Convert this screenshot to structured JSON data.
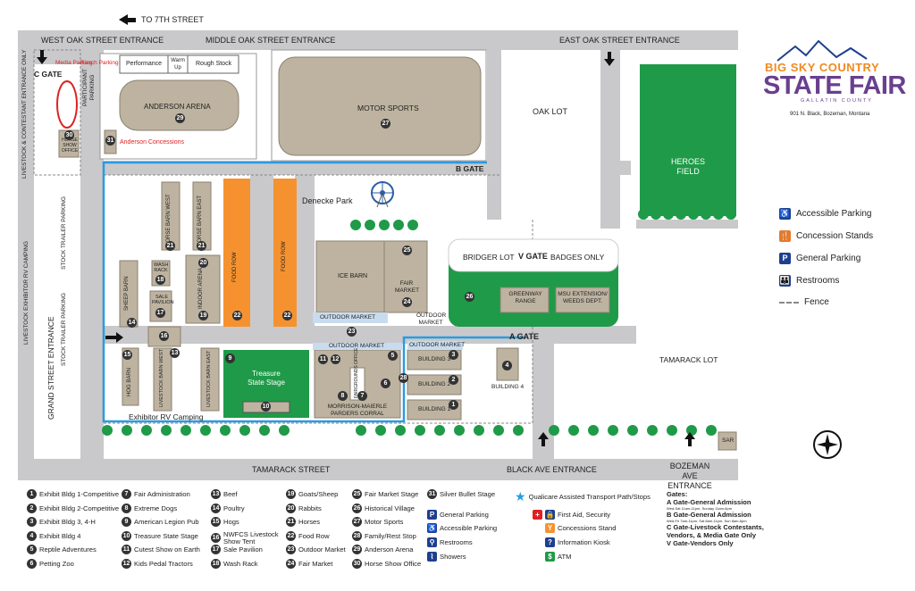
{
  "brand": {
    "line1": "BIG SKY COUNTRY",
    "line2": "STATE FAIR",
    "county": "GALLATIN COUNTY",
    "address": "901 N. Black, Bozeman, Montana"
  },
  "top": {
    "to7th": "TO 7TH STREET"
  },
  "roads": {
    "west_oak": "WEST OAK STREET ENTRANCE",
    "middle_oak": "MIDDLE OAK STREET ENTRANCE",
    "east_oak": "EAST OAK STREET ENTRANCE",
    "tamarack": "TAMARACK STREET",
    "black": "BLACK AVE ENTRANCE",
    "bozeman": "BOZEMAN AVE ENTRANCE",
    "grand": "GRAND STREET ENTRANCE",
    "livestock_entrance": "LIVESTOCK & CONTESTANT ENTRANCE ONLY",
    "rv_camping": "LIVESTOCK EXHIBITOR RV CAMPING",
    "stock_trailer1": "STOCK TRAILER PARKING",
    "stock_trailer2": "STOCK TRAILER PARKING"
  },
  "map": {
    "c_gate": "C GATE",
    "b_gate": "B GATE",
    "a_gate": "A GATE",
    "v_gate": "V GATE",
    "v_gate_suffix": "BADGES ONLY",
    "bridger": "BRIDGER LOT",
    "media": "Media Parking",
    "ranch": "Ranch Parking",
    "participant": "PARTICIPANT PARKING",
    "performance": "Performance",
    "warmup": "Warm Up",
    "rough": "Rough Stock",
    "anderson": "ANDERSON ARENA",
    "anderson_conc": "Anderson Concessions",
    "motor": "MOTOR SPORTS",
    "oak_lot": "OAK LOT",
    "heroes": "HEROES FIELD",
    "denecke": "Denecke Park",
    "horse_barn_west": "HORSE BARN WEST",
    "horse_barn_east": "HORSE BARN EAST",
    "food_row": "FOOD ROW",
    "ice_barn": "ICE BARN",
    "fair_market": "FAIR MARKET",
    "outdoor_market": "OUTDOOR MARKET",
    "sheep_barn": "SHEEP BARN",
    "wash_rack": "WASH RACK",
    "sale_pavilion": "SALE PAVILION",
    "indoor_arena": "INDOOR ARENA",
    "greenway": "GREENWAY RANGE",
    "msu": "MSU EXTENSION/ WEEDS DEPT.",
    "hog_barn": "HOG BARN",
    "lbw": "LIVESTOCK BARN WEST",
    "lbe": "LIVESTOCK BARN EAST",
    "treasure": "Treasure State Stage",
    "morrison": "MORRISON-MAIERLE PARDERS CORRAL",
    "fair_office": "FAIRGROUNDS OFFICE",
    "b1": "BUILDING 1",
    "b2": "BUILDING 2",
    "b3": "BUILDING 3",
    "b4": "BUILDING 4",
    "tamarack_lot": "TAMARACK LOT",
    "exhibitor_rv": "Exhibitor RV Camping",
    "sar": "SAR",
    "horse_show_office": "HORSE SHOW OFFICE"
  },
  "right_legend": [
    {
      "label": "Accessible Parking",
      "icon": "accessible-icon",
      "color": "#1e3f8e",
      "glyph": "♿"
    },
    {
      "label": "Concession Stands",
      "icon": "concession-icon",
      "color": "#e8792a",
      "glyph": "🍴"
    },
    {
      "label": "General Parking",
      "icon": "parking-icon",
      "color": "#1e3f8e",
      "glyph": "P"
    },
    {
      "label": "Restrooms",
      "icon": "restroom-icon",
      "color": "#1e3f8e",
      "glyph": "👪"
    },
    {
      "label": "Fence",
      "icon": "fence-icon",
      "color": "#888",
      "glyph": ""
    }
  ],
  "legend_cols": [
    [
      {
        "n": "1",
        "t": "Exhibit Bldg 1-Competitive"
      },
      {
        "n": "2",
        "t": "Exhibit Bldg 2-Competitive"
      },
      {
        "n": "3",
        "t": "Exhibit Bldg 3, 4-H"
      },
      {
        "n": "4",
        "t": "Exhibit Bldg 4"
      },
      {
        "n": "5",
        "t": "Reptile Adventures"
      },
      {
        "n": "6",
        "t": "Petting Zoo"
      }
    ],
    [
      {
        "n": "7",
        "t": "Fair Administration"
      },
      {
        "n": "8",
        "t": "Extreme Dogs"
      },
      {
        "n": "9",
        "t": "American Legion Pub"
      },
      {
        "n": "10",
        "t": "Treasure State Stage"
      },
      {
        "n": "11",
        "t": "Cutest Show on Earth"
      },
      {
        "n": "12",
        "t": "Kids Pedal Tractors"
      }
    ],
    [
      {
        "n": "13",
        "t": "Beef"
      },
      {
        "n": "14",
        "t": "Poultry"
      },
      {
        "n": "15",
        "t": "Hogs"
      },
      {
        "n": "16",
        "t": "NWFCS Livestock Show Tent"
      },
      {
        "n": "17",
        "t": "Sale Pavilion"
      },
      {
        "n": "18",
        "t": "Wash Rack"
      }
    ],
    [
      {
        "n": "19",
        "t": "Goats/Sheep"
      },
      {
        "n": "20",
        "t": "Rabbits"
      },
      {
        "n": "21",
        "t": "Horses"
      },
      {
        "n": "22",
        "t": "Food Row"
      },
      {
        "n": "23",
        "t": "Outdoor Market"
      },
      {
        "n": "24",
        "t": "Fair Market"
      }
    ],
    [
      {
        "n": "25",
        "t": "Fair Market Stage"
      },
      {
        "n": "26",
        "t": "Historical Village"
      },
      {
        "n": "27",
        "t": "Motor Sports"
      },
      {
        "n": "28",
        "t": "Family/Rest Stop"
      },
      {
        "n": "29",
        "t": "Anderson Arena"
      },
      {
        "n": "30",
        "t": "Horse Show Office"
      }
    ]
  ],
  "legend_extra": {
    "n31": "31",
    "t31": "Silver Bullet Stage",
    "transport": "Qualicare Assisted Transport Path/Stops",
    "general_parking": "General Parking",
    "accessible_parking": "Accessible Parking",
    "restrooms": "Restrooms",
    "showers": "Showers",
    "first_aid": "First Aid, Security",
    "concessions": "Concessions Stand",
    "info": "Information Kiosk",
    "atm": "ATM"
  },
  "gates": {
    "title": "Gates:",
    "a": "A Gate-General Admission",
    "a_hours": "Wed-Sat 11am-11pm, Sunday 11am-6pm",
    "b": "B Gate-General Admission",
    "b_hours": "Wed-Fri 7am-11pm, Sat 8am-11pm, Sun 8am-6pm",
    "c": "C Gate-Livestock Contestants, Vendors, & Media Gate Only",
    "v": "V Gate-Vendors Only"
  },
  "colors": {
    "road": "#c8c8ca",
    "ground": "#ffffff",
    "building": "#bdb3a0",
    "green": "#1f9a48",
    "orange": "#f5922f",
    "blue": "#2a9be0",
    "navy": "#1e3f8e",
    "purple": "#6a3f8f",
    "orange_brand": "#f18a21"
  }
}
